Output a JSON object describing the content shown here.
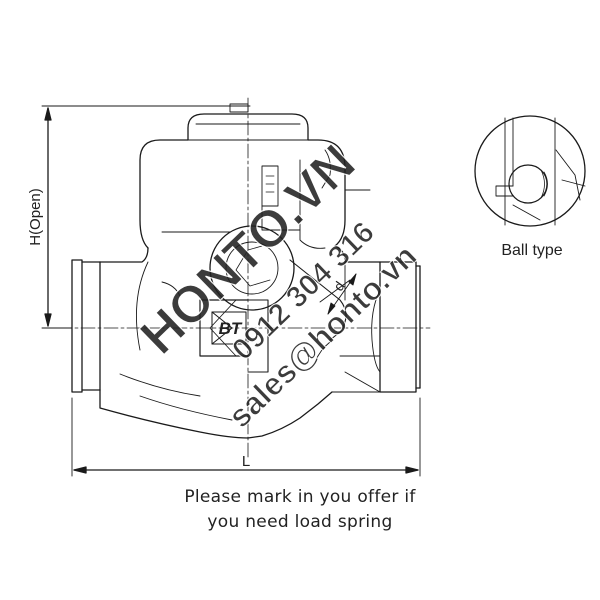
{
  "labels": {
    "height_dim": "H(Open)",
    "length_dim": "L",
    "bore_dim": "d",
    "detail_caption": "Ball type",
    "body_mark": "BT"
  },
  "note": {
    "line1": "Please mark in you offer if",
    "line2": "you need load spring"
  },
  "watermark": {
    "brand": "HONTO.VN",
    "phone": "0912 304 316",
    "email": "sales@honto.vn",
    "color": "#b9c9e6"
  },
  "colors": {
    "line": "#1a1a1a",
    "background": "#ffffff"
  }
}
